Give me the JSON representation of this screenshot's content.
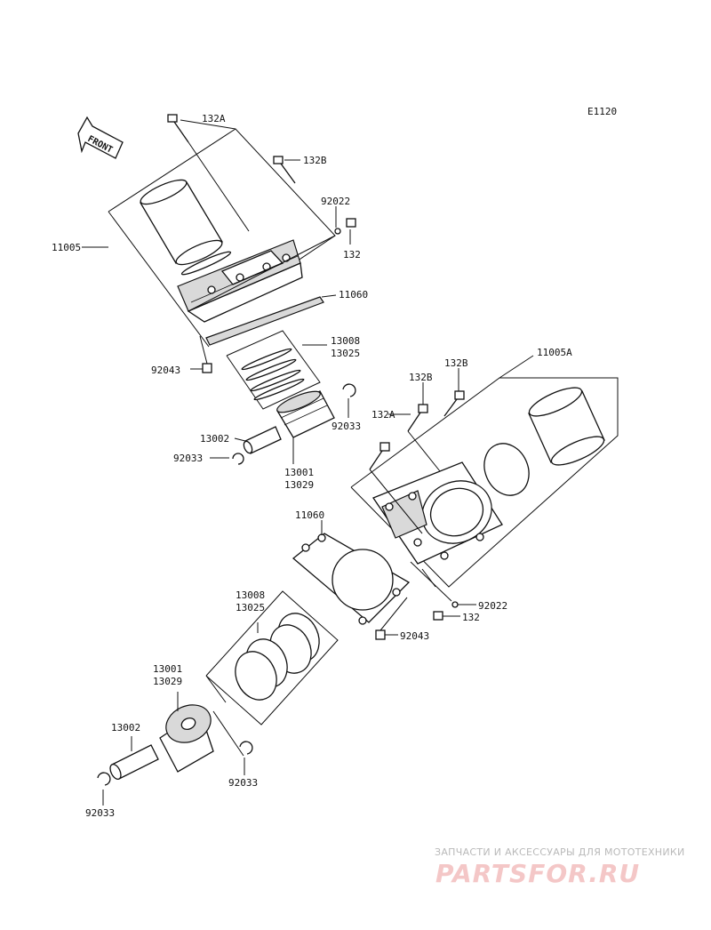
{
  "diagram": {
    "code": "E1120",
    "front_label": "FRONT",
    "labels": {
      "p132A_top": "132A",
      "p132B_top": "132B",
      "p92022_top": "92022",
      "p132_top": "132",
      "p11005": "11005",
      "p11060_top": "11060",
      "p13008_top": "13008",
      "p13025_top": "13025",
      "p92043_top": "92043",
      "p92033_top_r": "92033",
      "p13002_top": "13002",
      "p92033_top_l": "92033",
      "p13001_top": "13001",
      "p13029_top": "13029",
      "p11005A": "11005A",
      "p132B_mid": "132B",
      "p132B_mid2": "132B",
      "p132A_mid": "132A",
      "p11060_mid": "11060",
      "p92022_mid": "92022",
      "p132_mid": "132",
      "p92043_mid": "92043",
      "p13008_bot": "13008",
      "p13025_bot": "13025",
      "p13001_bot": "13001",
      "p13029_bot": "13029",
      "p13002_bot": "13002",
      "p92033_bot_r": "92033",
      "p92033_bot_l": "92033"
    }
  },
  "watermark": {
    "tagline": "ЗАПЧАСТИ И АКСЕССУАРЫ ДЛЯ МОТОТЕХНИКИ",
    "brand": "PARTSFOR.RU",
    "brand_color": "#f4c7c7"
  }
}
